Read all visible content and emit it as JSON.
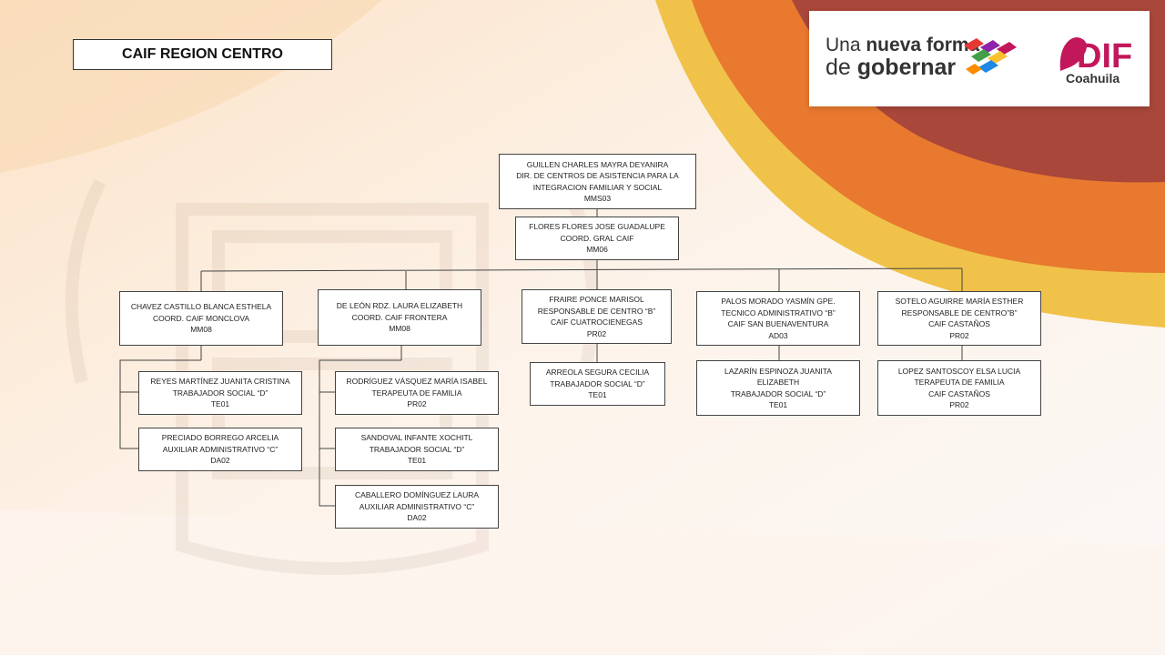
{
  "title": "CAIF REGION CENTRO",
  "logos": {
    "slogan_line1_a": "Una ",
    "slogan_line1_b": "nueva forma",
    "slogan_line2_a": "de ",
    "slogan_line2_b": "gobernar",
    "dif_text": "DIF",
    "dif_sub": "Coahuila"
  },
  "colors": {
    "brand_magenta": "#c2185b",
    "accent_orange": "#e8792e",
    "accent_yellow": "#f0c24a",
    "accent_brown": "#a8473a"
  },
  "nodes": {
    "director": [
      "GUILLEN CHARLES MAYRA DEYANIRA",
      "DIR. DE CENTROS DE ASISTENCIA PARA LA",
      "INTEGRACION FAMILIAR Y SOCIAL",
      "MMS03"
    ],
    "coord_gral": [
      "FLORES FLORES JOSE GUADALUPE",
      "COORD. GRAL CAIF",
      "MM06"
    ],
    "monclova": [
      "CHAVEZ CASTILLO BLANCA ESTHELA",
      "COORD. CAIF MONCLOVA",
      "MM08"
    ],
    "frontera": [
      "DE LEÓN RDZ. LAURA ELIZABETH",
      "COORD. CAIF FRONTERA",
      "MM08"
    ],
    "cuatrocienegas": [
      "FRAIRE PONCE MARISOL",
      "RESPONSABLE DE CENTRO “B”",
      "CAIF CUATROCIENEGAS",
      "PR02"
    ],
    "buenaventura": [
      "PALOS MORADO YASMÍN GPE.",
      "TECNICO ADMINISTRATIVO “B”",
      "CAIF SAN BUENAVENTURA",
      "AD03"
    ],
    "castanos": [
      "SOTELO AGUIRRE MARÍA ESTHER",
      "RESPONSABLE DE CENTRO”B”",
      "CAIF CASTAÑOS",
      "PR02"
    ],
    "reyes": [
      "REYES MARTÍNEZ JUANITA CRISTINA",
      "TRABAJADOR SOCIAL “D”",
      "TE01"
    ],
    "preciado": [
      "PRECIADO BORREGO ARCELIA",
      "AUXILIAR ADMINISTRATIVO “C”",
      "DA02"
    ],
    "rodriguez": [
      "RODRÍGUEZ VÁSQUEZ MARÍA ISABEL",
      "TERAPEUTA DE FAMILIA",
      "PR02"
    ],
    "sandoval": [
      "SANDOVAL INFANTE XOCHITL",
      "TRABAJADOR SOCIAL “D”",
      "TE01"
    ],
    "caballero": [
      "CABALLERO DOMÍNGUEZ LAURA",
      "AUXILIAR ADMINISTRATIVO “C”",
      "DA02"
    ],
    "arreola": [
      "ARREOLA SEGURA CECILIA",
      "TRABAJADOR SOCIAL “D”",
      "TE01"
    ],
    "lazarin": [
      "LAZARÍN ESPINOZA JUANITA",
      "ELIZABETH",
      "TRABAJADOR SOCIAL “D”",
      "TE01"
    ],
    "lopez": [
      "LOPEZ SANTOSCOY ELSA LUCIA",
      "TERAPEUTA DE FAMILIA",
      "CAIF CASTAÑOS",
      "PR02"
    ]
  }
}
